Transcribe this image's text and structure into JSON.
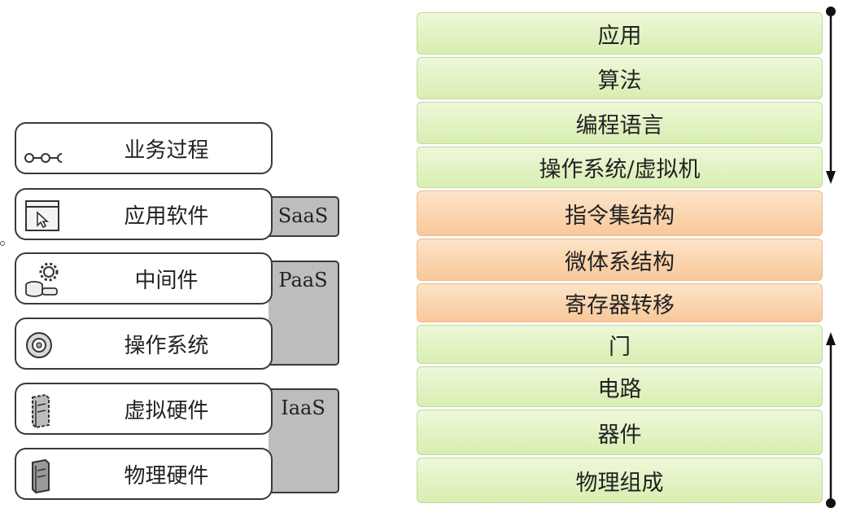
{
  "cloud_stack": [
    {
      "label": "业务过程",
      "icon": "process-flow-icon"
    },
    {
      "label": "应用软件",
      "icon": "app-window-cursor-icon"
    },
    {
      "label": "中间件",
      "icon": "gear-database-icon"
    },
    {
      "label": "操作系统",
      "icon": "disc-icon"
    },
    {
      "label": "虚拟硬件",
      "icon": "virtual-server-icon"
    },
    {
      "label": "物理硬件",
      "icon": "physical-server-icon"
    }
  ],
  "service_models": [
    {
      "label": "SaaS"
    },
    {
      "label": "PaaS"
    },
    {
      "label": "IaaS"
    }
  ],
  "computer_layers": [
    {
      "label": "应用",
      "color": "green"
    },
    {
      "label": "算法",
      "color": "green"
    },
    {
      "label": "编程语言",
      "color": "green"
    },
    {
      "label": "操作系统/虚拟机",
      "color": "green"
    },
    {
      "label": "指令集结构",
      "color": "orange"
    },
    {
      "label": "微体系结构",
      "color": "orange"
    },
    {
      "label": "寄存器转移",
      "color": "orange"
    },
    {
      "label": "门",
      "color": "green"
    },
    {
      "label": "电路",
      "color": "green"
    },
    {
      "label": "器件",
      "color": "green"
    },
    {
      "label": "物理组成",
      "color": "green"
    }
  ],
  "colors": {
    "green_layer": "#e3f2c6",
    "orange_layer": "#f9d3aa",
    "service_tab": "#bdbdbd",
    "border": "#3a3a3a"
  }
}
